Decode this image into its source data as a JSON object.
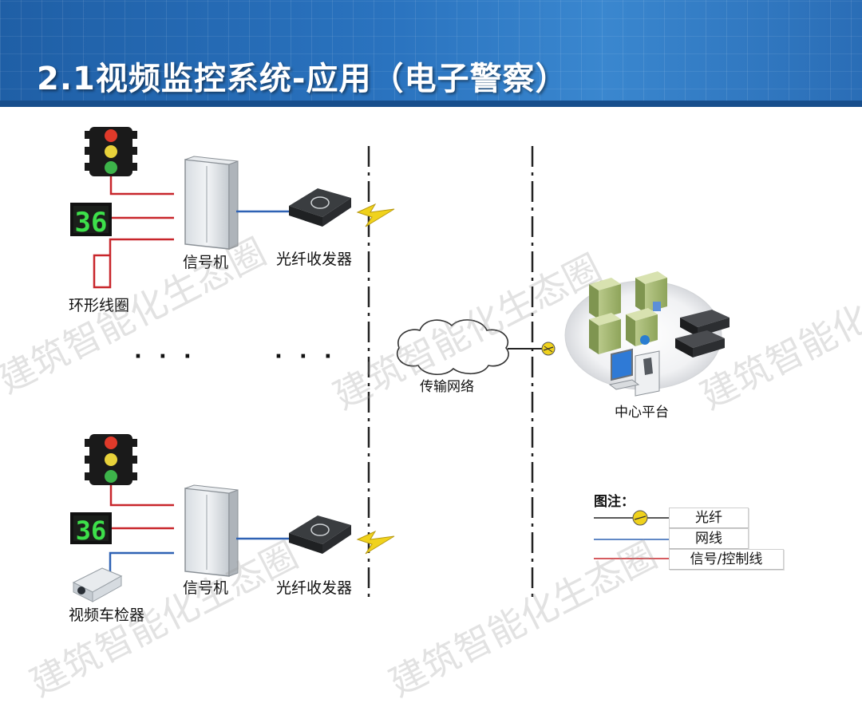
{
  "title": "2.1视频监控系统-应用（电子警察）",
  "labels": {
    "signal_machine_top": "信号机",
    "signal_machine_bottom": "信号机",
    "transceiver_top": "光纤收发器",
    "transceiver_bottom": "光纤收发器",
    "loop_coil": "环形线圈",
    "video_detector": "视频车检器",
    "network": "传输网络",
    "center": "中心平台",
    "countdown_top": "36",
    "countdown_bottom": "36",
    "ellipsis_left": "· · ·",
    "ellipsis_right": "· · ·"
  },
  "legend": {
    "title": "图注：",
    "items": [
      "光纤",
      "网线",
      "信号/控制线"
    ]
  },
  "colors": {
    "signal_line": "#c8262b",
    "network_line": "#2f62b4",
    "fiber_line": "#222222"
  },
  "watermark": "建筑智能化生态圈"
}
